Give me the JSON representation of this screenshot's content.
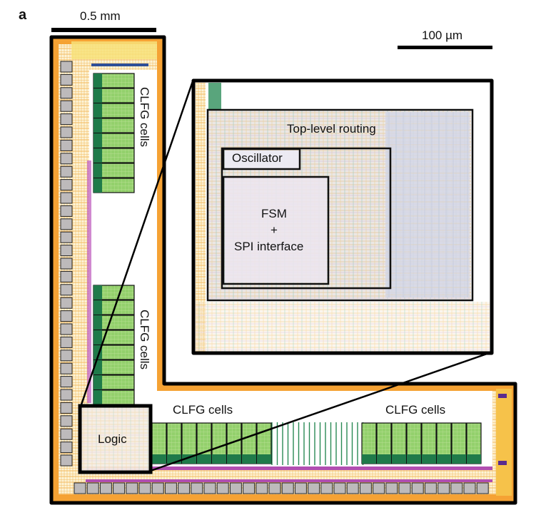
{
  "panel_label": "a",
  "scale_bars": {
    "die": "0.5 mm",
    "inset": "100 µm"
  },
  "die_labels": {
    "clfg_left_top": "CLFG cells",
    "clfg_left_bottom": "CLFG cells",
    "clfg_bottom_left": "CLFG cells",
    "clfg_bottom_right": "CLFG cells",
    "logic": "Logic"
  },
  "inset_labels": {
    "top_level_routing": "Top-level routing",
    "oscillator": "Oscillator",
    "fsm_line1": "FSM",
    "fsm_line2": "+",
    "fsm_line3": "SPI interface"
  },
  "colors": {
    "outline": "#000000",
    "pad_fill": "#bdbabb",
    "pad_border": "#222222",
    "routing_orange": "#f39a1e",
    "routing_yellow": "#f6e27a",
    "cell_green": "#8fce6a",
    "cell_dark_green": "#1f7a4a",
    "magenta": "#b055b0",
    "block_overlay": "#dcdde8"
  }
}
